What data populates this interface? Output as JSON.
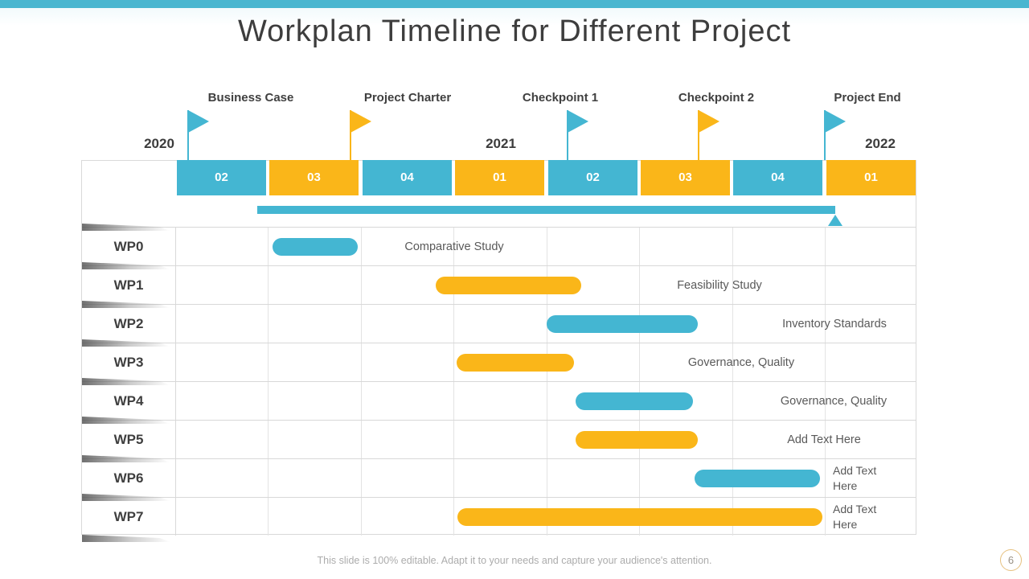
{
  "slide": {
    "title": "Workplan Timeline for Different Project",
    "footer_note": "This slide is 100% editable. Adapt it to your needs and capture your audience's attention.",
    "page_number": "6"
  },
  "colors": {
    "accent_teal": "#44B6D2",
    "accent_orange": "#FAB619",
    "title_text": "#3d3d3d",
    "note_text": "#595959",
    "footer_text": "#ACACAC"
  },
  "timeline": {
    "years": [
      "2020",
      "2021",
      "2022"
    ],
    "quarters": [
      "02",
      "03",
      "04",
      "01",
      "02",
      "03",
      "04",
      "01"
    ],
    "milestones": [
      {
        "label": "Business Case",
        "flag_color": "#44B6D2"
      },
      {
        "label": "Project Charter",
        "flag_color": "#FAB619"
      },
      {
        "label": "Checkpoint 1",
        "flag_color": "#44B6D2"
      },
      {
        "label": "Checkpoint 2",
        "flag_color": "#FAB619"
      },
      {
        "label": "Project End",
        "flag_color": "#44B6D2"
      }
    ]
  },
  "rows": [
    {
      "label": "WP0",
      "note": "Comparative Study"
    },
    {
      "label": "WP1",
      "note": "Feasibility Study"
    },
    {
      "label": "WP2",
      "note": "Inventory Standards"
    },
    {
      "label": "WP3",
      "note": "Governance, Quality"
    },
    {
      "label": "WP4",
      "note": "Governance, Quality"
    },
    {
      "label": "WP5",
      "note": "Add Text Here"
    },
    {
      "label": "WP6",
      "note": "Add Text Here"
    },
    {
      "label": "WP7",
      "note": "Add Text Here"
    }
  ],
  "chart_data": {
    "type": "bar",
    "variant": "gantt-timeline",
    "title": "Workplan Timeline for Different Project",
    "x_axis": {
      "years": [
        "2020",
        "2021",
        "2022"
      ],
      "quarter_labels": [
        "Q2 2020",
        "Q3 2020",
        "Q4 2020",
        "Q1 2021",
        "Q2 2021",
        "Q3 2021",
        "Q4 2021",
        "Q1 2022"
      ],
      "range_quarters": [
        0,
        8
      ]
    },
    "milestones": [
      {
        "label": "Business Case",
        "position_q": 0.15,
        "color": "#44B6D2"
      },
      {
        "label": "Project Charter",
        "position_q": 1.9,
        "color": "#FAB619"
      },
      {
        "label": "Checkpoint 1",
        "position_q": 4.2,
        "color": "#44B6D2"
      },
      {
        "label": "Checkpoint 2",
        "position_q": 5.65,
        "color": "#FAB619"
      },
      {
        "label": "Project End",
        "position_q": 7.0,
        "color": "#44B6D2"
      }
    ],
    "project_span_q": [
      0.9,
      7.1
    ],
    "tasks": [
      {
        "name": "WP0",
        "note": "Comparative Study",
        "start_q": 1.05,
        "end_q": 1.95,
        "color": "#44B6D2"
      },
      {
        "name": "WP1",
        "note": "Feasibility Study",
        "start_q": 2.8,
        "end_q": 4.35,
        "color": "#FAB619"
      },
      {
        "name": "WP2",
        "note": "Inventory Standards",
        "start_q": 4.0,
        "end_q": 5.6,
        "color": "#44B6D2"
      },
      {
        "name": "WP3",
        "note": "Governance, Quality",
        "start_q": 3.0,
        "end_q": 4.3,
        "color": "#FAB619"
      },
      {
        "name": "WP4",
        "note": "Governance, Quality",
        "start_q": 4.3,
        "end_q": 5.55,
        "color": "#44B6D2"
      },
      {
        "name": "WP5",
        "note": "Add Text Here",
        "start_q": 4.3,
        "end_q": 5.6,
        "color": "#FAB619"
      },
      {
        "name": "WP6",
        "note": "Add Text Here",
        "start_q": 5.6,
        "end_q": 6.95,
        "color": "#44B6D2"
      },
      {
        "name": "WP7",
        "note": "Add Text Here",
        "start_q": 3.05,
        "end_q": 6.95,
        "color": "#FAB619"
      }
    ],
    "legend": false,
    "grid": true
  }
}
